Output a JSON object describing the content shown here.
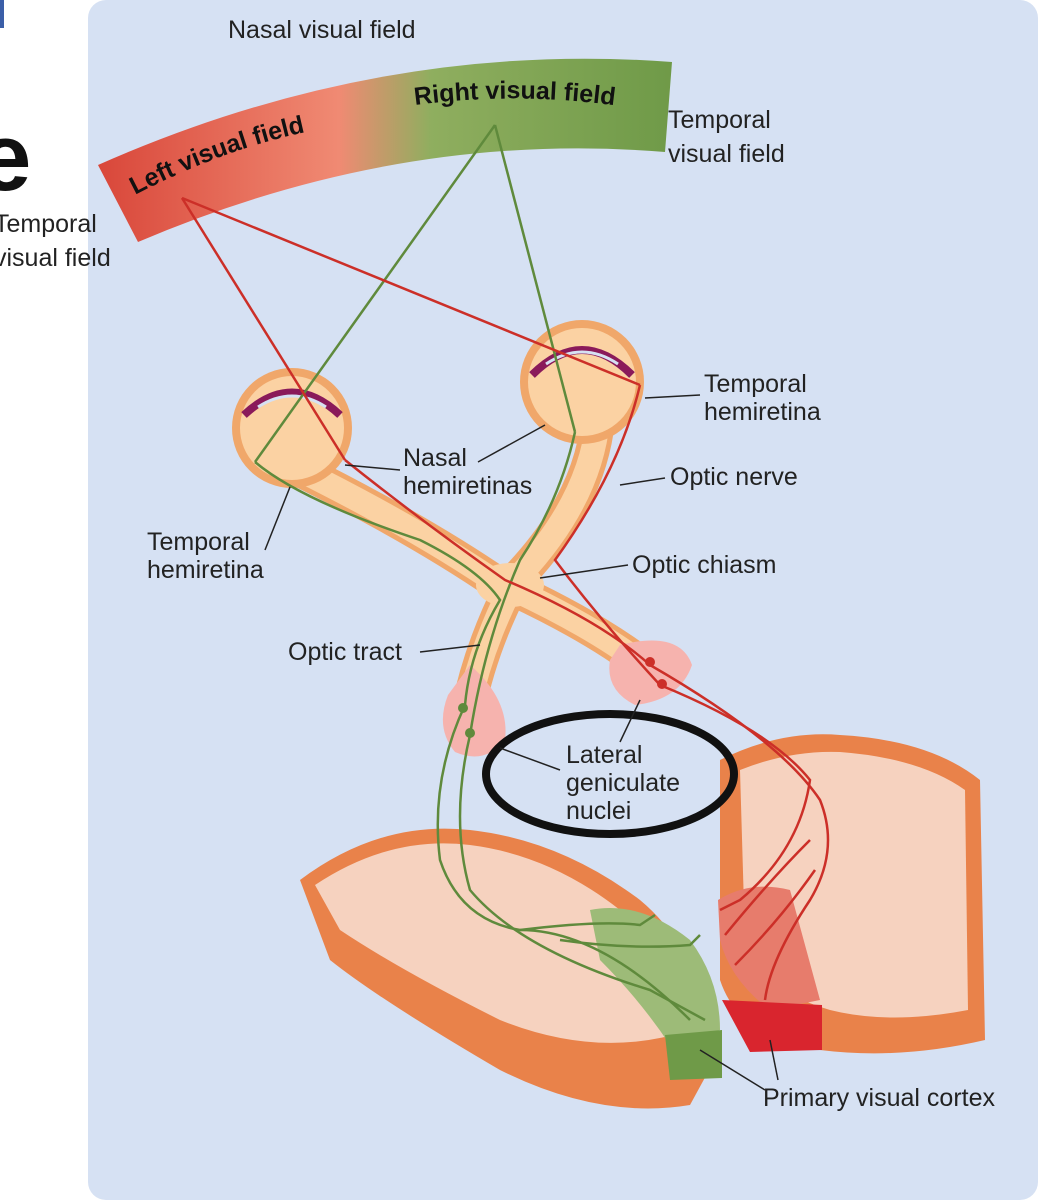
{
  "page": {
    "edge_letter": "e",
    "outside_label": {
      "line1": "Temporal",
      "line2": "visual field"
    }
  },
  "visual_field": {
    "left_label": "Left visual field",
    "right_label": "Right visual field"
  },
  "labels": {
    "nasal_visual_field": "Nasal visual field",
    "temporal_visual_field": {
      "line1": "Temporal",
      "line2": "visual field"
    },
    "temporal_hemiretina_right": {
      "line1": "Temporal",
      "line2": "hemiretina"
    },
    "nasal_hemiretinas": {
      "line1": "Nasal",
      "line2": "hemiretinas"
    },
    "optic_nerve": "Optic nerve",
    "temporal_hemiretina_left": {
      "line1": "Temporal",
      "line2": "hemiretina"
    },
    "optic_chiasm": "Optic chiasm",
    "optic_tract": "Optic tract",
    "lateral_geniculate_nuclei": {
      "line1": "Lateral",
      "line2": "geniculate",
      "line3": "nuclei"
    },
    "primary_visual_cortex": "Primary visual cortex"
  },
  "colors": {
    "panel_bg": "#d6e1f3",
    "left_field": "#d9473a",
    "right_field": "#6f9a48",
    "nerve_fill": "#fbd2a3",
    "nerve_edge": "#f0a76a",
    "retina": "#8a1a5a",
    "lgn": "#f6b3ae",
    "cortex_dark": "#e9824a",
    "cortex_light": "#f6d2bf",
    "highlight_ring": "#111111"
  }
}
